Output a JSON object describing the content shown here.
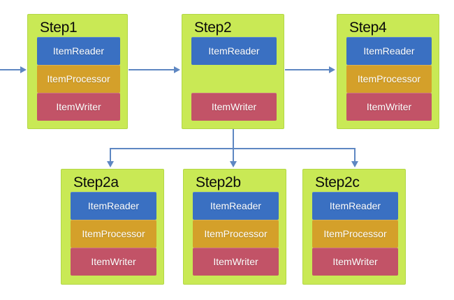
{
  "diagram": {
    "type": "flow-diagram",
    "description": "Batch step flow: entry arrow into Step1, Step1 to Step2, Step2 to Step4, Step2 fans out down to Step2a, Step2b and Step2c"
  },
  "colors": {
    "step_box_fill": "#c9e955",
    "item_reader": "#3a70c2",
    "item_processor": "#d4a02a",
    "item_writer": "#c25367",
    "arrow": "#5e87c2",
    "title_text": "#0b0b0b",
    "bar_text": "#ffffff",
    "background": "#ffffff"
  },
  "steps": [
    {
      "id": "step1",
      "title": "Step1",
      "components": [
        "ItemReader",
        "ItemProcessor",
        "ItemWriter"
      ]
    },
    {
      "id": "step2",
      "title": "Step2",
      "components": [
        "ItemReader",
        "ItemWriter"
      ]
    },
    {
      "id": "step4",
      "title": "Step4",
      "components": [
        "ItemReader",
        "ItemProcessor",
        "ItemWriter"
      ]
    },
    {
      "id": "step2a",
      "title": "Step2a",
      "components": [
        "ItemReader",
        "ItemProcessor",
        "ItemWriter"
      ]
    },
    {
      "id": "step2b",
      "title": "Step2b",
      "components": [
        "ItemReader",
        "ItemProcessor",
        "ItemWriter"
      ]
    },
    {
      "id": "step2c",
      "title": "Step2c",
      "components": [
        "ItemReader",
        "ItemProcessor",
        "ItemWriter"
      ]
    }
  ],
  "edges": [
    {
      "from": "start",
      "to": "Step1"
    },
    {
      "from": "Step1",
      "to": "Step2"
    },
    {
      "from": "Step2",
      "to": "Step4"
    },
    {
      "from": "Step2",
      "to": "Step2a"
    },
    {
      "from": "Step2",
      "to": "Step2b"
    },
    {
      "from": "Step2",
      "to": "Step2c"
    }
  ]
}
